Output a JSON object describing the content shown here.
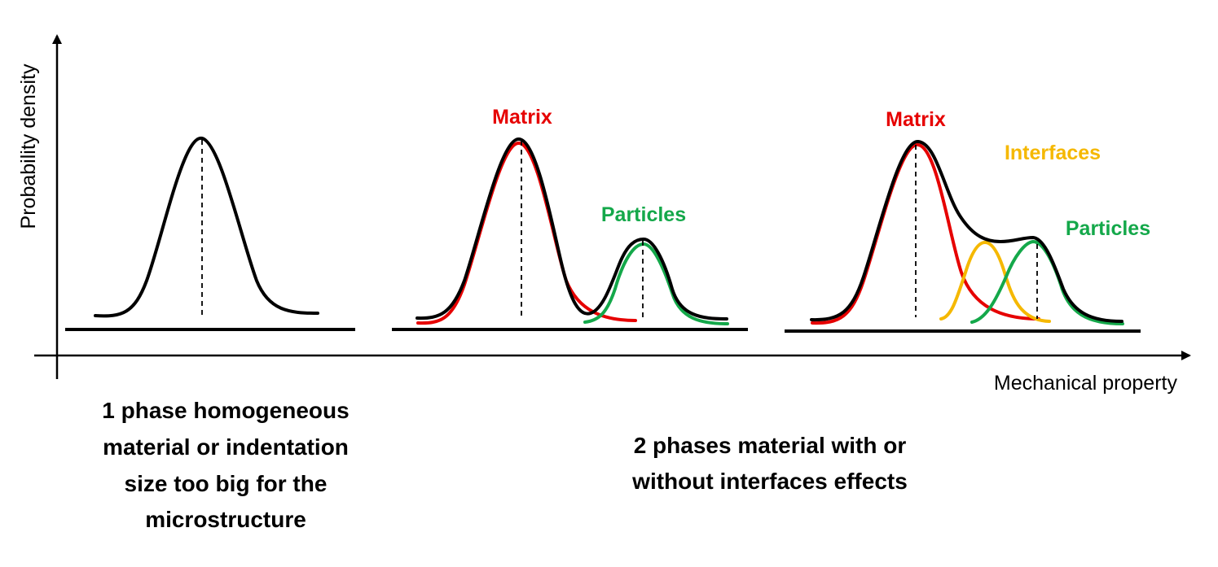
{
  "axes": {
    "y_label": "Probability density",
    "x_label": "Mechanical property"
  },
  "panels": [
    {
      "id": "single",
      "caption_lines": [
        "1 phase homogeneous",
        "material or indentation",
        "size too big for the",
        "microstructure"
      ]
    },
    {
      "id": "two-phase",
      "labels": {
        "matrix": "Matrix",
        "particles": "Particles"
      }
    },
    {
      "id": "two-phase-interfaces",
      "labels": {
        "matrix": "Matrix",
        "interfaces": "Interfaces",
        "particles": "Particles"
      }
    }
  ],
  "caption_right_lines": [
    "2 phases material with or",
    "without interfaces effects"
  ],
  "colors": {
    "black": "#000000",
    "matrix": "#e60000",
    "particles": "#14a84a",
    "interfaces": "#f5b800"
  }
}
